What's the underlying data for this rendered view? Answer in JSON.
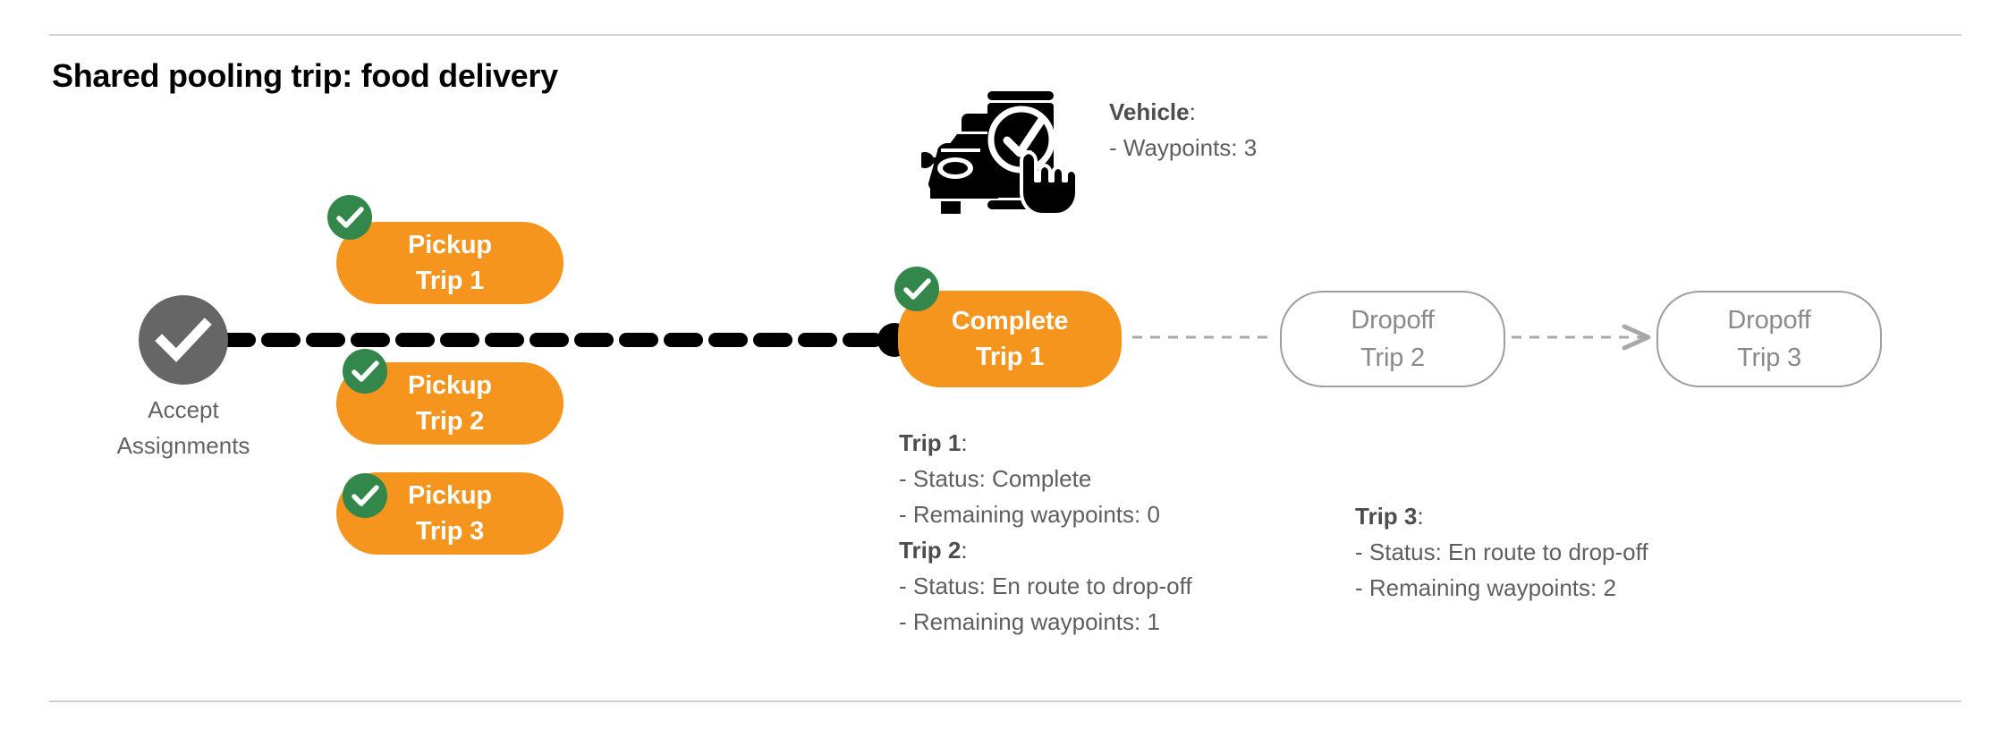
{
  "page": {
    "title": "Shared pooling trip: food delivery",
    "colors": {
      "orange": "#F5951E",
      "green": "#34874A",
      "grey_node": "#666666",
      "outline": "#9e9e9e",
      "text_grey": "#5f5f5f",
      "rule": "#d2d2d2"
    }
  },
  "flow": {
    "accept_node": {
      "icon": "check-circle-icon",
      "label_line1": "Accept",
      "label_line2": "Assignments"
    },
    "pickups": [
      {
        "line1": "Pickup",
        "line2": "Trip 1",
        "badge": "check-badge-icon",
        "state": "done"
      },
      {
        "line1": "Pickup",
        "line2": "Trip 2",
        "badge": "check-badge-icon",
        "state": "done"
      },
      {
        "line1": "Pickup",
        "line2": "Trip 3",
        "badge": "check-badge-icon",
        "state": "done"
      }
    ],
    "complete": {
      "line1": "Complete",
      "line2": "Trip 1",
      "badge": "check-badge-icon",
      "state": "done"
    },
    "dropoffs": [
      {
        "line1": "Dropoff",
        "line2": "Trip 2",
        "state": "pending"
      },
      {
        "line1": "Dropoff",
        "line2": "Trip 3",
        "state": "pending"
      }
    ]
  },
  "vehicle": {
    "icon": "car-phone-check-icon",
    "heading": "Vehicle",
    "heading_colon": ":",
    "lines": [
      "- Waypoints: 3"
    ]
  },
  "trip_details": [
    {
      "heading": "Trip 1",
      "heading_colon": ":",
      "status_line": "- Status:  Complete",
      "waypoints_line": "- Remaining waypoints: 0"
    },
    {
      "heading": "Trip 2",
      "heading_colon": ":",
      "status_line": "- Status:  En route to drop-off",
      "waypoints_line": "- Remaining waypoints: 1"
    },
    {
      "heading": "Trip 3",
      "heading_colon": ":",
      "status_line": "- Status:  En route to drop-off",
      "waypoints_line": "- Remaining waypoints: 2"
    }
  ]
}
